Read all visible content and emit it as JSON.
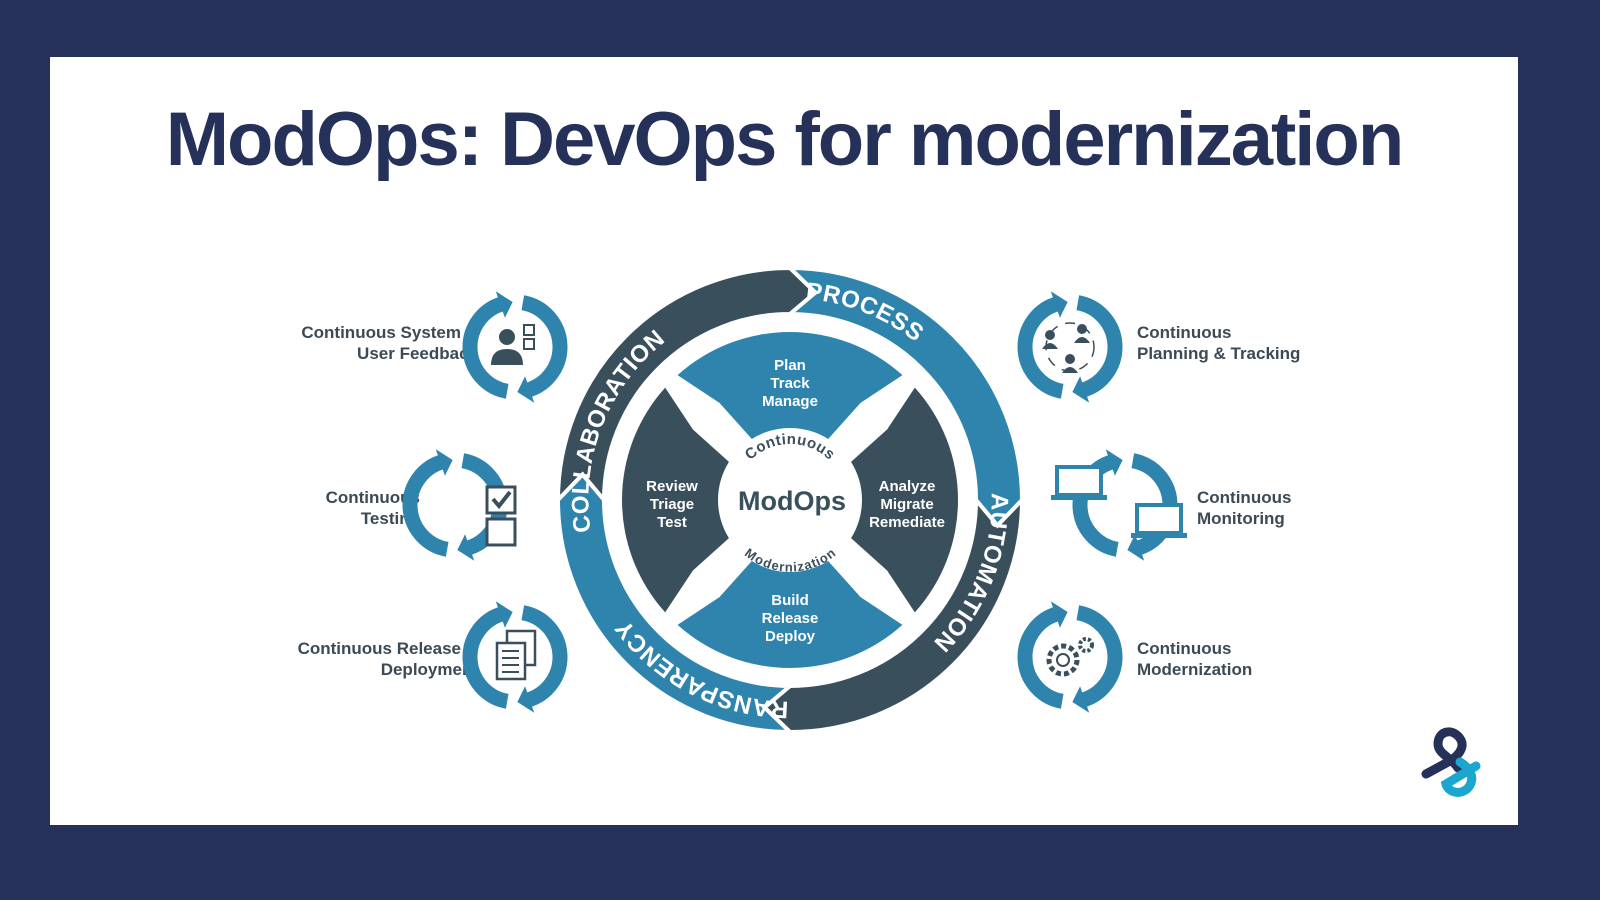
{
  "title": "ModOps: DevOps for modernization",
  "colors": {
    "frame": "#263159",
    "blue": "#2e84ad",
    "slate": "#3a4f5c",
    "text": "#3b4a55"
  },
  "cycle": {
    "outer": [
      "PROCESS",
      "AUTOMATION",
      "TRANSPARENCY",
      "COLLABORATION"
    ],
    "inner": [
      {
        "lines": [
          "Plan",
          "Track",
          "Manage"
        ]
      },
      {
        "lines": [
          "Analyze",
          "Migrate",
          "Remediate"
        ]
      },
      {
        "lines": [
          "Build",
          "Release",
          "Deploy"
        ]
      },
      {
        "lines": [
          "Review",
          "Triage",
          "Test"
        ]
      }
    ],
    "center": {
      "top": "Continuous",
      "main": "ModOps",
      "bottom": "Modernization"
    }
  },
  "practices": [
    {
      "lines": [
        "Continuous System &",
        "User Feedback"
      ],
      "icon": "user-feedback-icon"
    },
    {
      "lines": [
        "Continuous",
        "Testing"
      ],
      "icon": "checkbox-icon"
    },
    {
      "lines": [
        "Continuous Release &",
        "Deployment"
      ],
      "icon": "documents-icon"
    },
    {
      "lines": [
        "Continuous",
        "Planning & Tracking"
      ],
      "icon": "team-icon"
    },
    {
      "lines": [
        "Continuous",
        "Monitoring"
      ],
      "icon": "laptop-icon"
    },
    {
      "lines": [
        "Continuous",
        "Modernization"
      ],
      "icon": "gears-icon"
    }
  ],
  "logo": "brand-logo"
}
